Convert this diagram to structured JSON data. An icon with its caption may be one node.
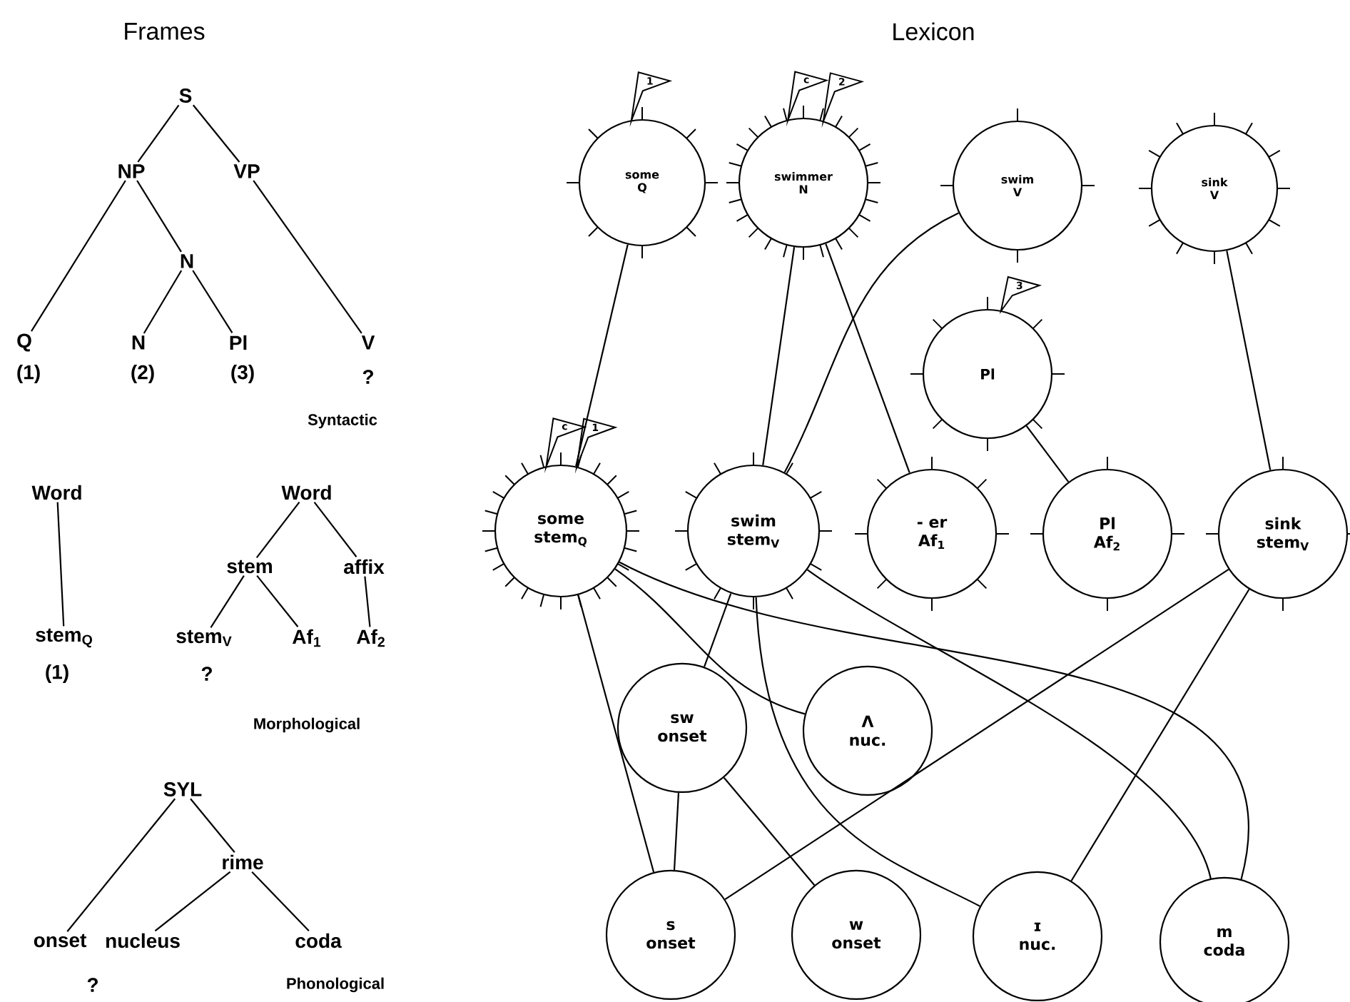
{
  "diagram": {
    "nodes": [
      {
        "text": [
          "S"
        ]
      },
      {
        "text": [
          "NP"
        ]
      },
      {
        "text": [
          "VP"
        ]
      },
      {
        "text": [
          "N"
        ]
      },
      {
        "text": [
          "Q"
        ],
        "beside": [
          "(1)"
        ]
      },
      {
        "text": [
          "N"
        ],
        "beside": [
          "(2)"
        ]
      },
      {
        "text": [
          "Pl"
        ],
        "beside": [
          "(3)"
        ]
      },
      {
        "text": [
          "V"
        ],
        "beside": [
          "?"
        ]
      },
      {
        "text": [
          "Word"
        ]
      },
      {
        "text": [
          "stem$_{Q}$"
        ],
        "beside": [
          "(1)"
        ]
      },
      {
        "text": [
          "Word"
        ]
      },
      {
        "text": [
          "stem"
        ]
      },
      {
        "text": [
          "affix"
        ]
      },
      {
        "text": [
          "stem$_{V}$"
        ],
        "beside": [
          "?"
        ]
      },
      {
        "text": [
          "Af$_{1}$"
        ]
      },
      {
        "text": [
          "Af$_{2}$"
        ]
      },
      {
        "text": [
          "SYL"
        ]
      },
      {
        "text": [
          "rime"
        ]
      },
      {
        "text": [
          "onset"
        ],
        "beside": [
          "?"
        ]
      },
      {
        "text": [
          "nucleus"
        ]
      },
      {
        "text": [
          "coda"
        ]
      },
      {
        "text": [
          "some",
          "Q"
        ],
        "beside": [
          "1"
        ]
      },
      {
        "text": [
          "swimmer",
          "N"
        ],
        "beside": [
          "c",
          "2"
        ]
      },
      {
        "text": [
          "swim",
          "V"
        ]
      },
      {
        "text": [
          "sink",
          "V"
        ]
      },
      {
        "text": [
          "Pl"
        ],
        "beside": [
          "3"
        ]
      },
      {
        "text": [
          "some",
          "stem$_{Q}$"
        ],
        "beside": [
          "c",
          "1"
        ]
      },
      {
        "text": [
          "swim",
          "stem$_{V}$"
        ]
      },
      {
        "text": [
          "- er",
          "Af$_{1}$"
        ]
      },
      {
        "text": [
          "Pl",
          "Af$_{2}$"
        ]
      },
      {
        "text": [
          "sink",
          "stem$_{V}$"
        ]
      },
      {
        "text": [
          "sw",
          "onset"
        ]
      },
      {
        "text": [
          "Λ",
          "nuc."
        ]
      },
      {
        "text": [
          "s",
          "onset"
        ]
      },
      {
        "text": [
          "w",
          "onset"
        ]
      },
      {
        "text": [
          "ɪ",
          "nuc."
        ]
      },
      {
        "text": [
          "m",
          "coda"
        ]
      }
    ],
    "edges": [
      {
        "from": 0,
        "to": 1,
        "arrow": "none"
      },
      {
        "from": 0,
        "to": 2,
        "arrow": "none"
      },
      {
        "from": 1,
        "to": 4,
        "arrow": "none"
      },
      {
        "from": 1,
        "to": 3,
        "arrow": "none"
      },
      {
        "from": 3,
        "to": 5,
        "arrow": "none"
      },
      {
        "from": 3,
        "to": 6,
        "arrow": "none"
      },
      {
        "from": 2,
        "to": 7,
        "arrow": "none"
      },
      {
        "from": 8,
        "to": 9,
        "arrow": "none"
      },
      {
        "from": 10,
        "to": 11,
        "arrow": "none"
      },
      {
        "from": 10,
        "to": 12,
        "arrow": "none"
      },
      {
        "from": 11,
        "to": 13,
        "arrow": "none"
      },
      {
        "from": 11,
        "to": 14,
        "arrow": "none"
      },
      {
        "from": 12,
        "to": 15,
        "arrow": "none"
      },
      {
        "from": 16,
        "to": 18,
        "arrow": "none"
      },
      {
        "from": 16,
        "to": 17,
        "arrow": "none"
      },
      {
        "from": 17,
        "to": 19,
        "arrow": "none"
      },
      {
        "from": 17,
        "to": 20,
        "arrow": "none"
      },
      {
        "from": 21,
        "to": 26,
        "arrow": "none"
      },
      {
        "from": 22,
        "to": 27,
        "arrow": "none"
      },
      {
        "from": 22,
        "to": 28,
        "arrow": "none"
      },
      {
        "from": 23,
        "to": 27,
        "arrow": "none"
      },
      {
        "from": 24,
        "to": 30,
        "arrow": "none"
      },
      {
        "from": 25,
        "to": 29,
        "arrow": "none"
      },
      {
        "from": 26,
        "to": 33,
        "arrow": "none"
      },
      {
        "from": 26,
        "to": 32,
        "arrow": "none"
      },
      {
        "from": 26,
        "to": 36,
        "arrow": "none"
      },
      {
        "from": 27,
        "to": 31,
        "arrow": "none"
      },
      {
        "from": 27,
        "to": 35,
        "arrow": "none"
      },
      {
        "from": 27,
        "to": 36,
        "arrow": "none"
      },
      {
        "from": 30,
        "to": 33,
        "arrow": "none"
      },
      {
        "from": 30,
        "to": 35,
        "arrow": "none"
      },
      {
        "from": 31,
        "to": 33,
        "arrow": "none"
      },
      {
        "from": 31,
        "to": 34,
        "arrow": "none"
      }
    ],
    "labels": [
      "Frames",
      "Lexicon",
      "Syntactic",
      "Morphological",
      "Phonological"
    ]
  }
}
